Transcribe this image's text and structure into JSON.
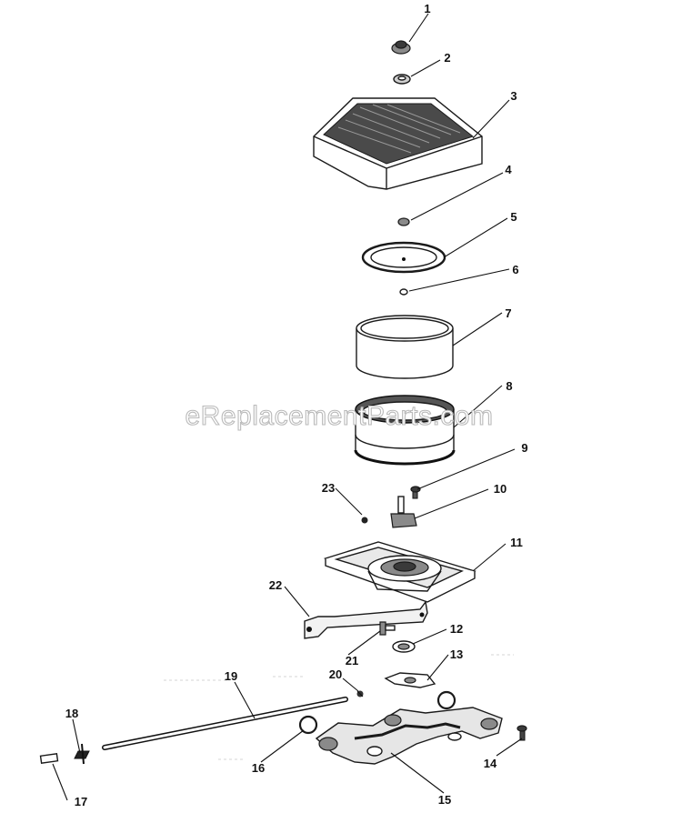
{
  "watermark": "eReplacementParts.com",
  "callouts": [
    {
      "id": "1",
      "text": "1"
    },
    {
      "id": "2",
      "text": "2"
    },
    {
      "id": "3",
      "text": "3"
    },
    {
      "id": "4",
      "text": "4"
    },
    {
      "id": "5",
      "text": "5"
    },
    {
      "id": "6",
      "text": "6"
    },
    {
      "id": "7",
      "text": "7"
    },
    {
      "id": "8",
      "text": "8"
    },
    {
      "id": "9",
      "text": "9"
    },
    {
      "id": "10",
      "text": "10"
    },
    {
      "id": "11",
      "text": "11"
    },
    {
      "id": "12",
      "text": "12"
    },
    {
      "id": "13",
      "text": "13"
    },
    {
      "id": "14",
      "text": "14"
    },
    {
      "id": "15",
      "text": "15"
    },
    {
      "id": "16",
      "text": "16"
    },
    {
      "id": "17",
      "text": "17"
    },
    {
      "id": "18",
      "text": "18"
    },
    {
      "id": "19",
      "text": "19"
    },
    {
      "id": "20",
      "text": "20"
    },
    {
      "id": "21",
      "text": "21"
    },
    {
      "id": "22",
      "text": "22"
    },
    {
      "id": "23",
      "text": "23"
    }
  ]
}
